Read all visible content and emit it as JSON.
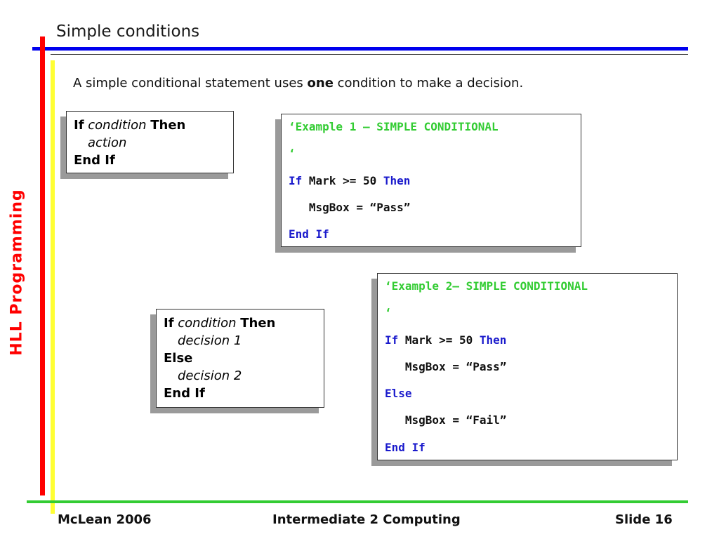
{
  "slide": {
    "title": "Simple conditions",
    "side_label": "HLL Programming",
    "intro": {
      "before": "A simple conditional statement uses ",
      "bold": "one",
      "after": " condition to make a decision."
    }
  },
  "syntax_box_1": {
    "kw_if": "If",
    "condition": "condition",
    "kw_then": "Then",
    "action": "action",
    "end": "End If"
  },
  "syntax_box_2": {
    "kw_if": "If",
    "condition": "condition",
    "kw_then": "Then",
    "decision1": "decision 1",
    "kw_else": "Else",
    "decision2": "decision 2",
    "end": "End If"
  },
  "example_1": {
    "comment": "‘Example 1 – SIMPLE CONDITIONAL",
    "comment2": "‘",
    "kw_if": "If",
    "cond": " Mark >= 50 ",
    "kw_then": "Then",
    "stmt": "   MsgBox = “Pass”",
    "end": "End If"
  },
  "example_2": {
    "comment": "‘Example 2– SIMPLE CONDITIONAL",
    "comment2": "‘",
    "kw_if": "If",
    "cond": " Mark >= 50 ",
    "kw_then": "Then",
    "stmt1": "   MsgBox = “Pass”",
    "kw_else": "Else",
    "stmt2": "   MsgBox = “Fail”",
    "end": "End If"
  },
  "footer": {
    "left": "McLean 2006",
    "center": "Intermediate 2 Computing",
    "right": "Slide 16"
  },
  "colors": {
    "title_rule": "#0000ee",
    "side_bar": "#ff0000",
    "accent_bar": "#ffff33",
    "footer_rule": "#33cc33",
    "comment": "#33cc33",
    "keyword": "#1a1acc",
    "side_label": "#ff0000"
  }
}
